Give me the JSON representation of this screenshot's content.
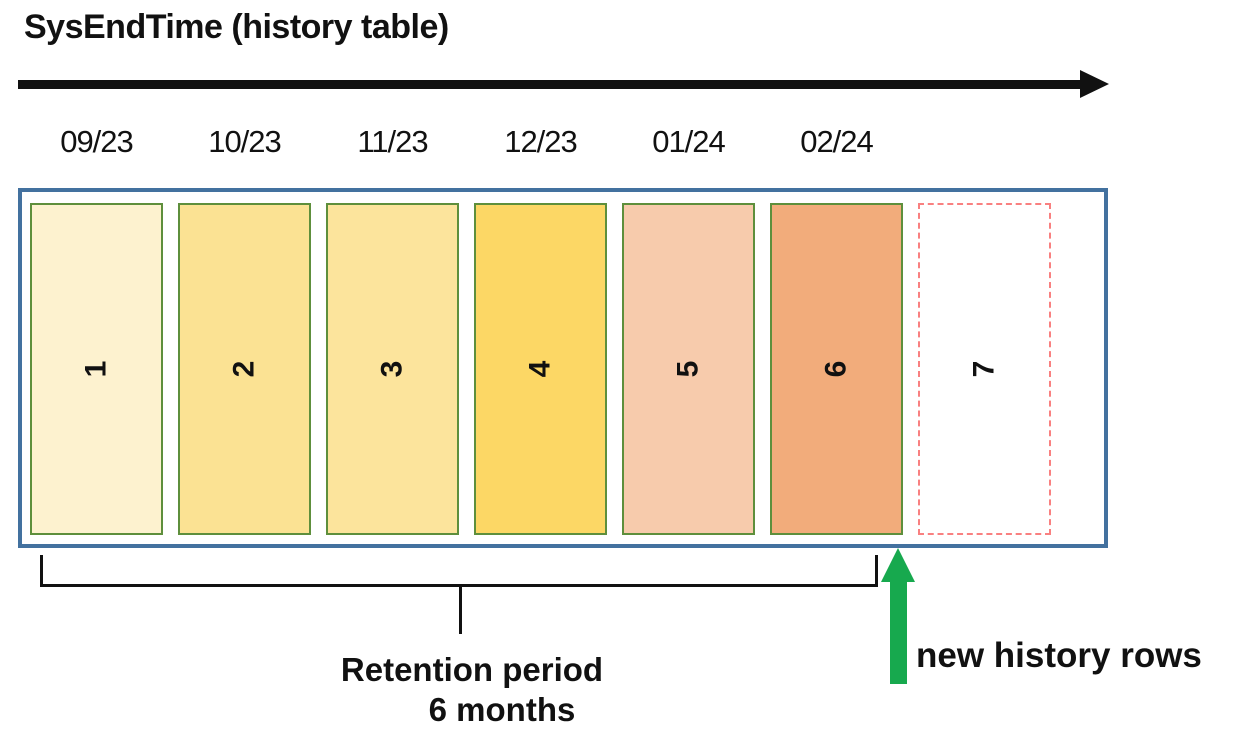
{
  "title": "SysEndTime (history table)",
  "timeline": {
    "months": [
      "09/23",
      "10/23",
      "11/23",
      "12/23",
      "01/24",
      "02/24"
    ]
  },
  "partitions": [
    {
      "label": "1",
      "fill": "#FDF2CF",
      "month": "09/23",
      "style": "solid"
    },
    {
      "label": "2",
      "fill": "#FBE293",
      "month": "10/23",
      "style": "solid"
    },
    {
      "label": "3",
      "fill": "#FCE49C",
      "month": "11/23",
      "style": "solid"
    },
    {
      "label": "4",
      "fill": "#FCD765",
      "month": "12/23",
      "style": "solid"
    },
    {
      "label": "5",
      "fill": "#F7CBAC",
      "month": "01/24",
      "style": "solid"
    },
    {
      "label": "6",
      "fill": "#F2AC7B",
      "month": "02/24",
      "style": "solid"
    },
    {
      "label": "7",
      "fill": "",
      "month": "",
      "style": "dashed"
    }
  ],
  "retention": {
    "line1": "Retention period",
    "line2": "6 months"
  },
  "annotation": {
    "new_rows_label": "new history rows"
  },
  "colors": {
    "box_border": "#43719F",
    "block_border": "#5E8F3C",
    "dashed_border": "#F98080",
    "arrow_black": "#111111",
    "green_arrow": "#17A94E"
  }
}
